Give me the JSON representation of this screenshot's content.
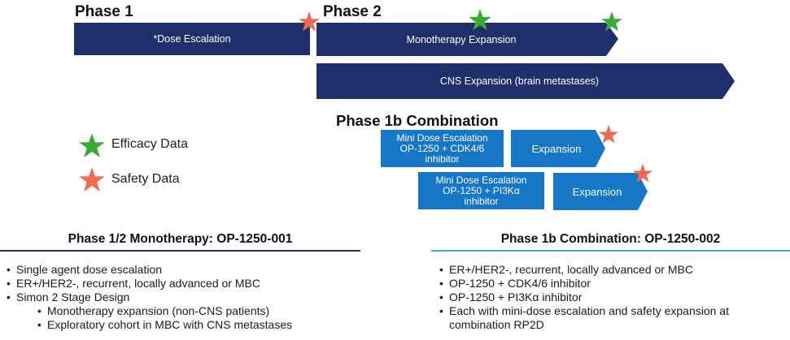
{
  "phases": {
    "phase1_title": "Phase 1",
    "phase2_title": "Phase 2",
    "combo_title": "Phase 1b Combination"
  },
  "bars": {
    "dose_escalation": "*Dose Escalation",
    "monotherapy_expansion": "Monotherapy Expansion",
    "cns_expansion": "CNS Expansion (brain metastases)"
  },
  "combo": {
    "mini1_lines": [
      "Mini Dose Escalation",
      "OP-1250 + CDK4/6",
      "inhibitor"
    ],
    "expansion1": "Expansion",
    "mini2_lines": [
      "Mini Dose Escalation",
      "OP-1250 + PI3Kα",
      "inhibitor"
    ],
    "expansion2": "Expansion"
  },
  "legend": {
    "efficacy": "Efficacy Data",
    "safety": "Safety Data",
    "efficacy_icon": "green-star-icon",
    "safety_icon": "orange-star-icon"
  },
  "left_section": {
    "heading": "Phase 1/2 Monotherapy: OP-1250-001",
    "bullets": [
      "Single agent dose escalation",
      "ER+/HER2-, recurrent, locally advanced or MBC",
      "Simon 2 Stage Design"
    ],
    "sub_bullets": [
      "Monotherapy expansion (non-CNS patients)",
      "Exploratory cohort in MBC with CNS metastases"
    ]
  },
  "right_section": {
    "heading": "Phase 1b Combination: OP-1250-002",
    "bullets": [
      "ER+/HER2-, recurrent, locally advanced or MBC",
      "OP-1250 + CDK4/6 inhibitor",
      "OP-1250 + PI3Kα inhibitor",
      "Each with mini-dose escalation and safety expansion at"
    ],
    "bullet_continuation": "combination RP2D"
  },
  "colors": {
    "navy": "#1f2f6b",
    "blue": "#1577c5",
    "green_star": "#3aaa35",
    "orange_star": "#ef6a4f",
    "left_rule": "#1f2f6b",
    "right_rule": "#4aa3df"
  }
}
